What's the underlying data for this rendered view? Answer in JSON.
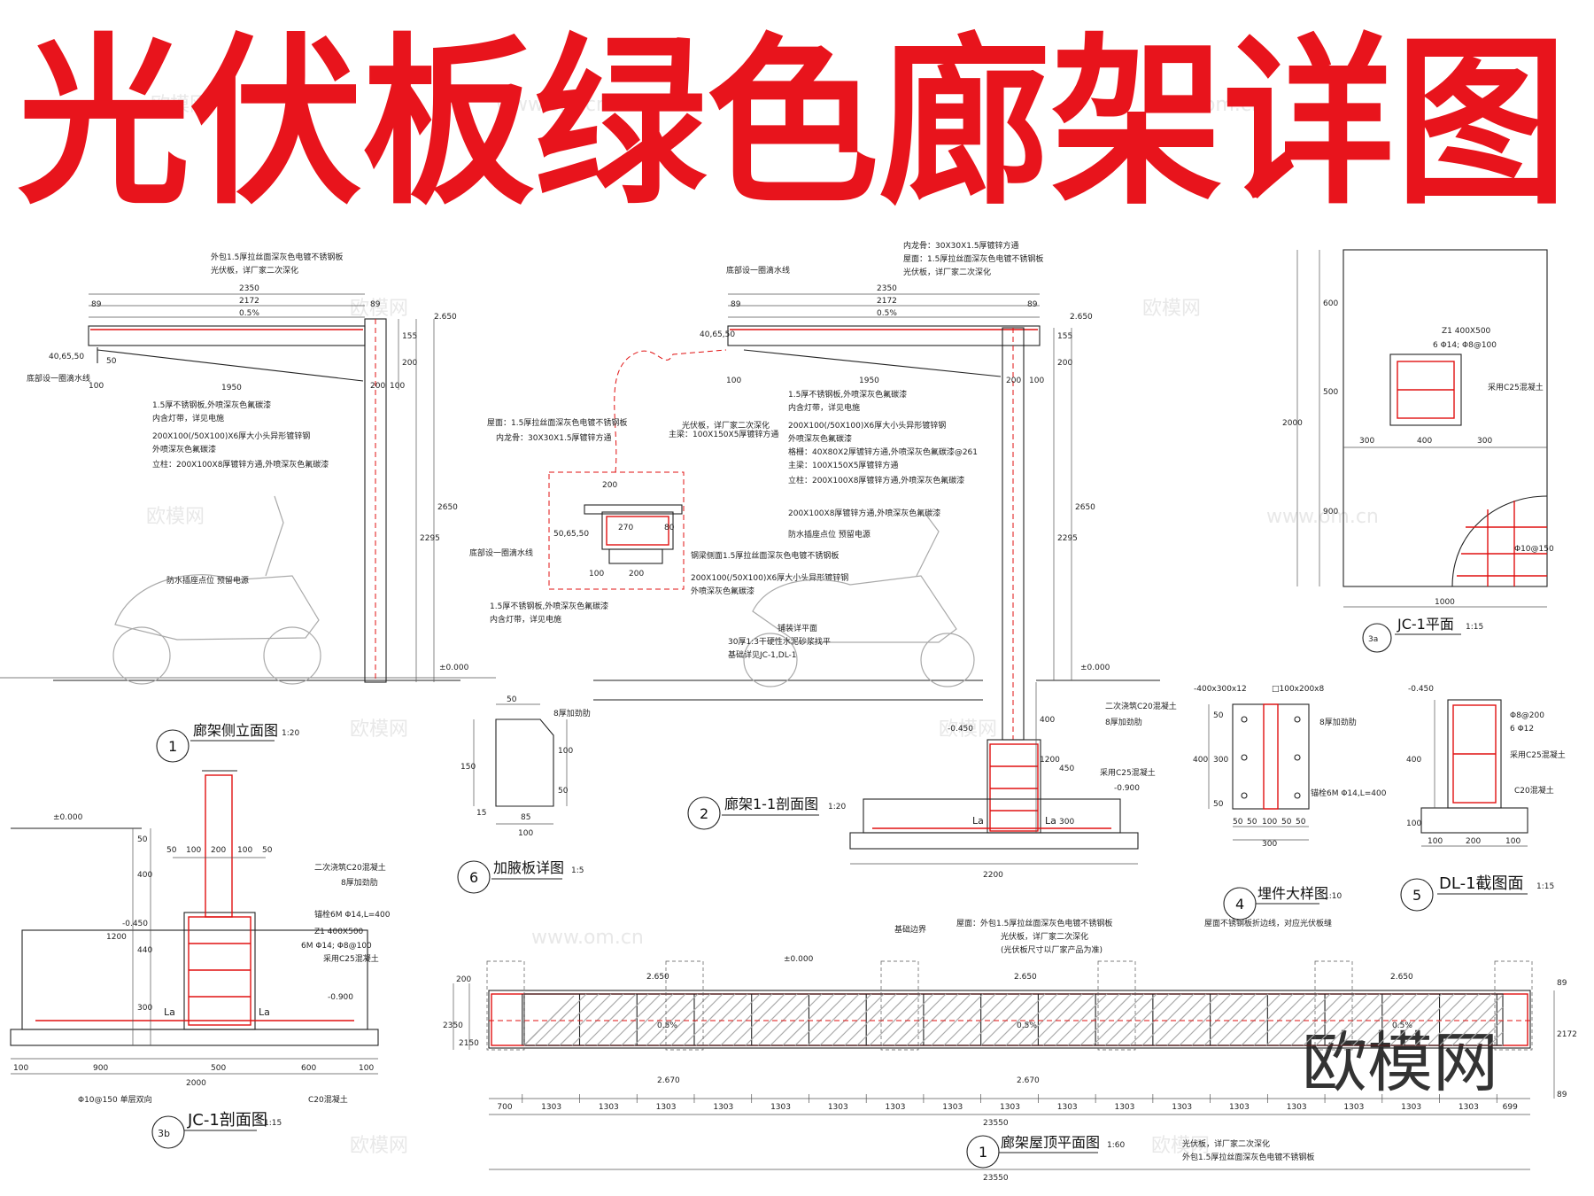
{
  "title": "光伏板绿色廊架详图",
  "watermarks": {
    "site": "欧模网",
    "url": "www.om.cn",
    "big": "欧模网"
  },
  "view1": {
    "num": "1",
    "name": "廊架侧立面图",
    "scale": "1:20",
    "notes": [
      "外包1.5厚拉丝面深灰色电镀不锈钢板",
      "光伏板，详厂家二次深化",
      "底部设一圈滴水线",
      "1.5厚不锈钢板,外喷深灰色氟碳漆",
      "内含灯带，详见电施",
      "200X100(/50X100)X6厚大小头异形镀锌钢",
      "外喷深灰色氟碳漆",
      "立柱：200X100X8厚镀锌方通,外喷深灰色氟碳漆",
      "防水插座点位  预留电源"
    ],
    "dims": [
      "2350",
      "2172",
      "0.5%",
      "89",
      "89",
      "40,65,50",
      "50",
      "1950",
      "100",
      "200",
      "100",
      "155",
      "200",
      "2650",
      "2295"
    ],
    "elevs": [
      "2.650",
      "±0.000"
    ]
  },
  "view2": {
    "num": "2",
    "name": "廊架1-1剖面图",
    "scale": "1:20",
    "notes_top": [
      "内龙骨：30X30X1.5厚镀锌方通",
      "屋面：1.5厚拉丝面深灰色电镀不锈钢板",
      "光伏板，详厂家二次深化",
      "底部设一圈滴水线"
    ],
    "notes_right": [
      "1.5厚不锈钢板,外喷深灰色氟碳漆",
      "内含灯带，详见电施",
      "200X100(/50X100)X6厚大小头异形镀锌钢",
      "外喷深灰色氟碳漆",
      "格栅：40X80X2厚镀锌方通,外喷深灰色氟碳漆@261",
      "主梁：100X150X5厚镀锌方通",
      "立柱：200X100X8厚镀锌方通,外喷深灰色氟碳漆",
      "200X100X8厚镀锌方通,外喷深灰色氟碳漆",
      "防水插座点位  预留电源"
    ],
    "notes_ground": [
      "铺装详平面",
      "30厚1:3干硬性水泥砂浆找平",
      "基础详见JC-1,DL-1"
    ],
    "notes_found": [
      "二次浇筑C20混凝土",
      "8厚加劲肋",
      "采用C25混凝土"
    ],
    "detail_notes": [
      "屋面：1.5厚拉丝面深灰色电镀不锈钢板",
      "内龙骨：30X30X1.5厚镀锌方通",
      "光伏板，详厂家二次深化",
      "主梁：100X150X5厚镀锌方通",
      "底部设一圈滴水线",
      "钢梁侧面1.5厚拉丝面深灰色电镀不锈钢板",
      "200X100(/50X100)X6厚大小头异形镀锌钢",
      "外喷深灰色氟碳漆",
      "1.5厚不锈钢板,外喷深灰色氟碳漆",
      "内含灯带，详见电施"
    ],
    "detail_dims": [
      "200",
      "270",
      "80",
      "50,65,50",
      "100",
      "200"
    ],
    "dims": [
      "2350",
      "2172",
      "0.5%",
      "89",
      "89",
      "40,65,50",
      "1950",
      "100",
      "200",
      "100",
      "155",
      "200",
      "2650",
      "2295",
      "400",
      "1200",
      "450",
      "300",
      "2200",
      "La",
      "La"
    ],
    "elevs": [
      "2.650",
      "±0.000",
      "-0.450",
      "-0.900"
    ]
  },
  "view3a": {
    "num": "3a",
    "name": "JC-1平面",
    "scale": "1:15",
    "notes": [
      "Z1  400X500",
      "6 Φ14; Φ8@100",
      "采用C25混凝土",
      "Φ10@150"
    ],
    "dims": [
      "600",
      "500",
      "900",
      "2000",
      "300",
      "400",
      "300",
      "1000"
    ]
  },
  "view3b": {
    "num": "3b",
    "name": "JC-1剖面图",
    "scale": "1:15",
    "notes": [
      "二次浇筑C20混凝土",
      "8厚加劲肋",
      "锚栓6M Φ14,L=400",
      "Z1  400X500",
      "6M Φ14; Φ8@100",
      "采用C25混凝土",
      "Φ10@150 单层双向",
      "C20混凝土"
    ],
    "dims": [
      "50",
      "100",
      "200",
      "100",
      "50",
      "50",
      "400",
      "1200",
      "440",
      "300",
      "100",
      "900",
      "500",
      "600",
      "100",
      "2000",
      "La",
      "La"
    ],
    "elevs": [
      "±0.000",
      "-0.450",
      "-0.900"
    ]
  },
  "view4": {
    "num": "4",
    "name": "埋件大样图",
    "scale": "1:10",
    "notes": [
      "-400x300x12",
      "□100x200x8",
      "8厚加劲肋",
      "锚栓6M Φ14,L=400"
    ],
    "dims": [
      "50",
      "300",
      "50",
      "400",
      "50",
      "50",
      "100",
      "50",
      "50",
      "300"
    ]
  },
  "view5": {
    "num": "5",
    "name": "DL-1截图面",
    "scale": "1:15",
    "notes": [
      "Φ8@200",
      "6 Φ12",
      "采用C25混凝土",
      "C20混凝土"
    ],
    "dims": [
      "400",
      "100",
      "100",
      "200",
      "100"
    ],
    "elevs": [
      "-0.450"
    ]
  },
  "view6": {
    "num": "6",
    "name": "加腋板详图",
    "scale": "1:5",
    "notes": [
      "8厚加劲肋"
    ],
    "dims": [
      "50",
      "150",
      "100",
      "50",
      "15",
      "85",
      "100"
    ]
  },
  "view_plan": {
    "num": "1",
    "name": "廊架屋顶平面图",
    "scale": "1:60",
    "notes_top": [
      "基础边界",
      "屋面：外包1.5厚拉丝面深灰色电镀不锈钢板",
      "光伏板，详厂家二次深化",
      "(光伏板尺寸以厂家产品为准)",
      "屋面不锈钢板折边线，对应光伏板缝"
    ],
    "notes_bottom": [
      "光伏板，详厂家二次深化",
      "外包1.5厚拉丝面深灰色电镀不锈钢板"
    ],
    "modules": [
      "700",
      "1303",
      "1303",
      "1303",
      "1303",
      "1303",
      "1303",
      "1303",
      "1303",
      "1303",
      "1303",
      "1303",
      "1303",
      "1303",
      "1303",
      "1303",
      "1303",
      "1303",
      "699"
    ],
    "total": "23550",
    "total2": "23550",
    "dims_left": [
      "200",
      "2350",
      "2150"
    ],
    "dims_right": [
      "89",
      "2172",
      "89"
    ],
    "elevs": [
      "±0.000",
      "2.650",
      "2.650",
      "2.650",
      "2.670",
      "2.670"
    ],
    "slopes": [
      "0.5%",
      "0.5%",
      "0.5%"
    ]
  },
  "colors": {
    "title_red": "#e8141c",
    "red_line": "#e01010",
    "ink": "#222222"
  }
}
